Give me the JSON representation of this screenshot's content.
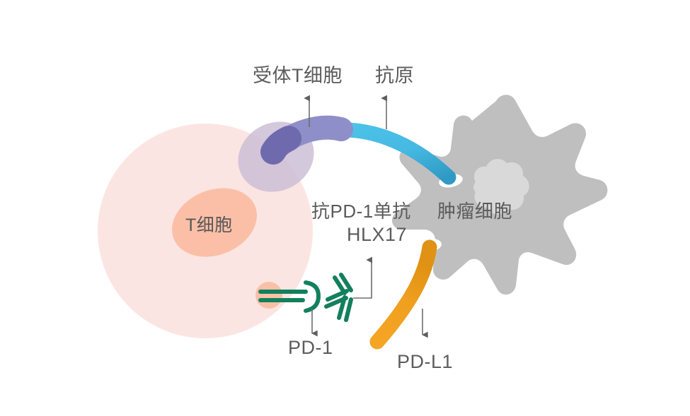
{
  "diagram": {
    "title": "PD-1 / PD-L1 checkpoint blockade schematic",
    "background_color": "#ffffff",
    "labels": {
      "receptor_tcell": "受体T细胞",
      "antigen": "抗原",
      "tcell": "T细胞",
      "anti_pd1_antibody": "抗PD-1单抗",
      "antibody_code": "HLX17",
      "tumor_cell": "肿瘤细胞",
      "pd1": "PD-1",
      "pdl1": "PD-L1"
    },
    "shapes": {
      "tcell_body": {
        "name": "T cell membrane",
        "color": "#fbe5e2"
      },
      "tcell_nucleus": {
        "name": "T cell nucleus",
        "color": "#fbbfa8"
      },
      "tcell_receptor_halo": {
        "name": "TCR halo patch",
        "color": "#d3c5dc"
      },
      "tcr_dark_segment": {
        "name": "T cell receptor head",
        "color": "#6f6aad"
      },
      "tcr_light_segment": {
        "name": "T cell receptor stalk",
        "color": "#8e8ec8"
      },
      "antigen_arm": {
        "name": "antigen bridge",
        "color_light": "#4ec3e9",
        "color_dark": "#2f9ac4"
      },
      "tumor_body": {
        "name": "tumor cell membrane",
        "color": "#bfbfbf"
      },
      "tumor_nucleus": {
        "name": "tumor cell nucleus",
        "color": "#d8d8d8"
      },
      "tumor_pore": {
        "name": "membrane pore",
        "color": "#ffffff"
      },
      "pdl1_arm": {
        "name": "PD-L1 ligand",
        "color_light": "#f5a524",
        "color_dark": "#e09214"
      },
      "pd1_receptor_dot": {
        "name": "PD-1 receptor anchor",
        "color": "#f9c0a8"
      },
      "antibody": {
        "name": "anti-PD-1 monoclonal antibody",
        "color": "#12805c"
      },
      "connector": {
        "name": "leader arrow",
        "color": "#6e6e6e"
      }
    },
    "connectors": [
      {
        "name": "receptor-tcell-arrow",
        "direction": "up",
        "target": "受体T细胞"
      },
      {
        "name": "antigen-arrow",
        "direction": "up",
        "target": "抗原"
      },
      {
        "name": "hlx17-elbow-arrow",
        "direction": "up",
        "target": "HLX17"
      },
      {
        "name": "pd1-arrow",
        "direction": "down",
        "target": "PD-1"
      },
      {
        "name": "pdl1-arrow",
        "direction": "down",
        "target": "PD-L1"
      }
    ]
  }
}
